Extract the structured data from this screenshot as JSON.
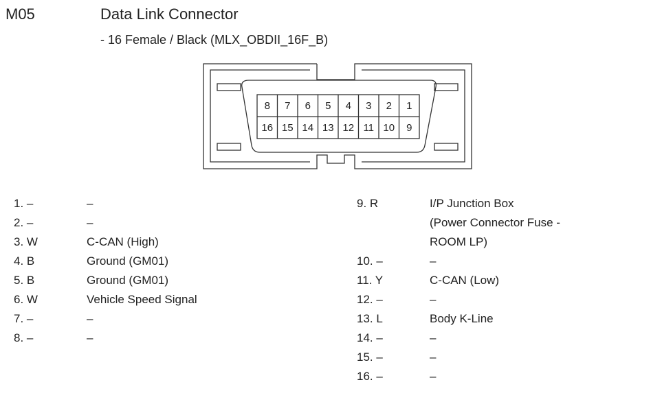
{
  "header": {
    "code": "M05",
    "title": "Data Link Connector",
    "subtitle": "- 16 Female / Black (MLX_OBDII_16F_B)"
  },
  "connector": {
    "top_row": [
      "8",
      "7",
      "6",
      "5",
      "4",
      "3",
      "2",
      "1"
    ],
    "bottom_row": [
      "16",
      "15",
      "14",
      "13",
      "12",
      "11",
      "10",
      "9"
    ]
  },
  "pins_left": [
    {
      "pin": "1. –",
      "desc": "–"
    },
    {
      "pin": "2. –",
      "desc": "–"
    },
    {
      "pin": "3. W",
      "desc": "C-CAN (High)"
    },
    {
      "pin": "4. B",
      "desc": "Ground (GM01)"
    },
    {
      "pin": "5. B",
      "desc": "Ground (GM01)"
    },
    {
      "pin": "6. W",
      "desc": "Vehicle Speed Signal"
    },
    {
      "pin": "7. –",
      "desc": "–"
    },
    {
      "pin": "8. –",
      "desc": "–"
    }
  ],
  "pins_right": [
    {
      "pin": "9. R",
      "desc": "I/P Junction Box"
    },
    {
      "pin": "",
      "desc": "(Power Connector Fuse -"
    },
    {
      "pin": "",
      "desc": "ROOM LP)"
    },
    {
      "pin": "10. –",
      "desc": "–"
    },
    {
      "pin": "11. Y",
      "desc": "C-CAN (Low)"
    },
    {
      "pin": "12. –",
      "desc": "–"
    },
    {
      "pin": "13. L",
      "desc": "Body K-Line"
    },
    {
      "pin": "14. –",
      "desc": "–"
    },
    {
      "pin": "15. –",
      "desc": "–"
    },
    {
      "pin": "16. –",
      "desc": "–"
    }
  ]
}
